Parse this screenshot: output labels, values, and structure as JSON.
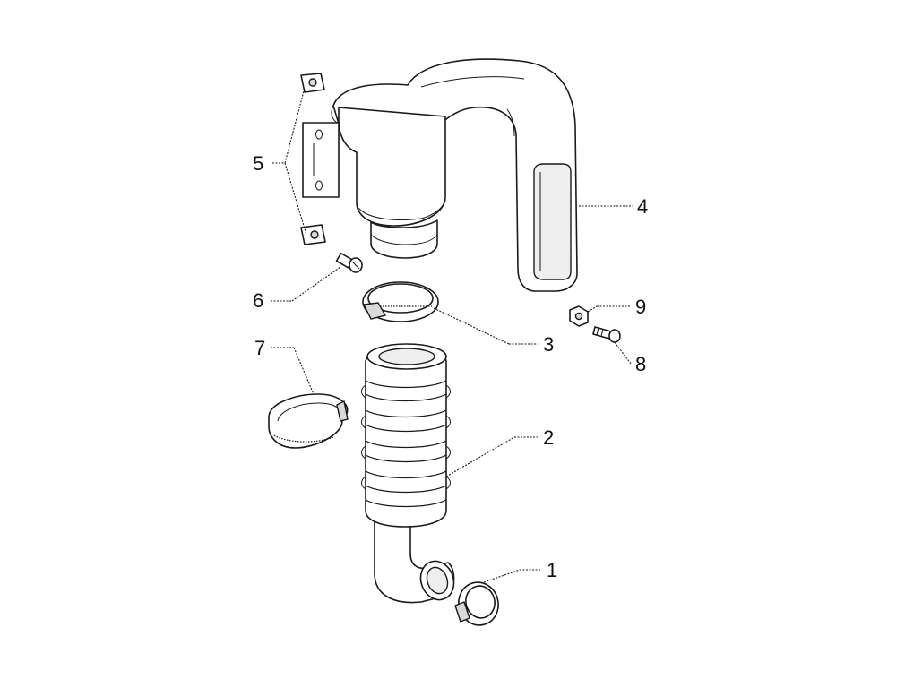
{
  "diagram": {
    "callouts": {
      "p1": "1",
      "p2": "2",
      "p3": "3",
      "p4": "4",
      "p5": "5",
      "p6": "6",
      "p7": "7",
      "p8": "8",
      "p9": "9"
    }
  }
}
